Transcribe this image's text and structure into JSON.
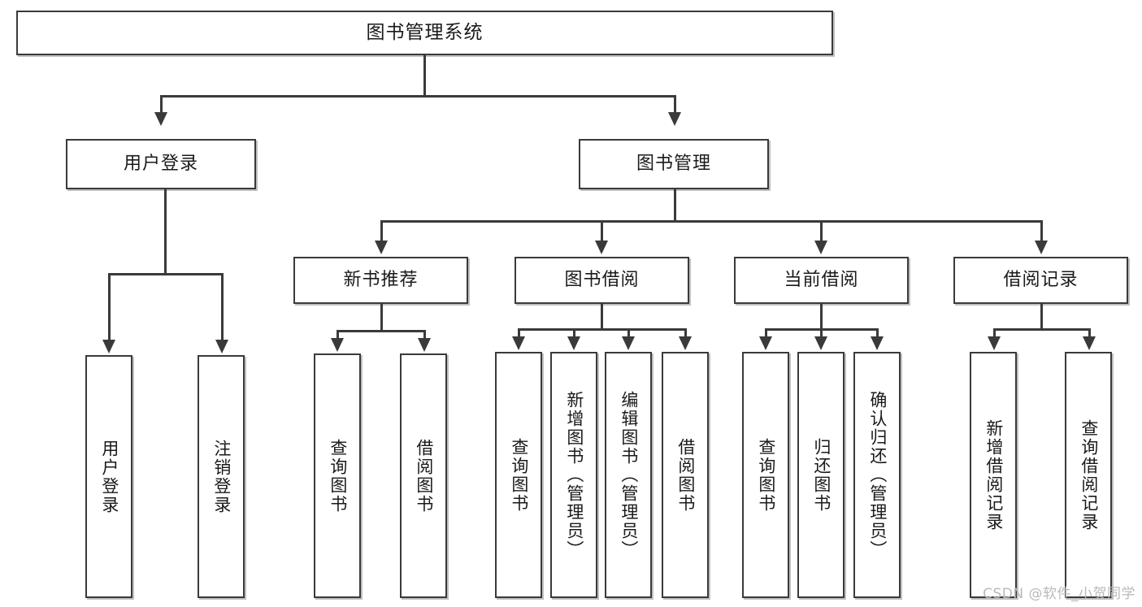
{
  "diagram": {
    "title": "图书管理系统",
    "type": "tree-hierarchy-diagram",
    "colors": {
      "stroke": "#3a3a3a",
      "fill": "#ffffff",
      "text": "#1a1a1a",
      "watermark": "#b9b9b9"
    },
    "root": {
      "label": "图书管理系统"
    },
    "level2": [
      {
        "label": "用户登录"
      },
      {
        "label": "图书管理"
      }
    ],
    "level3": [
      {
        "label": "新书推荐"
      },
      {
        "label": "图书借阅"
      },
      {
        "label": "当前借阅"
      },
      {
        "label": "借阅记录"
      }
    ],
    "leaves": {
      "user_login": [
        {
          "label": "用户登录"
        },
        {
          "label": "注销登录"
        }
      ],
      "new_book": [
        {
          "label": "查询图书"
        },
        {
          "label": "借阅图书"
        }
      ],
      "borrow_book": [
        {
          "label": "查询图书"
        },
        {
          "label": "新增图书（管理员）"
        },
        {
          "label": "编辑图书（管理员）"
        },
        {
          "label": "借阅图书"
        }
      ],
      "current_borrow": [
        {
          "label": "查询图书"
        },
        {
          "label": "归还图书"
        },
        {
          "label": "确认归还（管理员）"
        }
      ],
      "borrow_record": [
        {
          "label": "新增借阅记录"
        },
        {
          "label": "查询借阅记录"
        }
      ]
    }
  },
  "watermark": {
    "text": "CSDN @软件_小贺同学"
  }
}
